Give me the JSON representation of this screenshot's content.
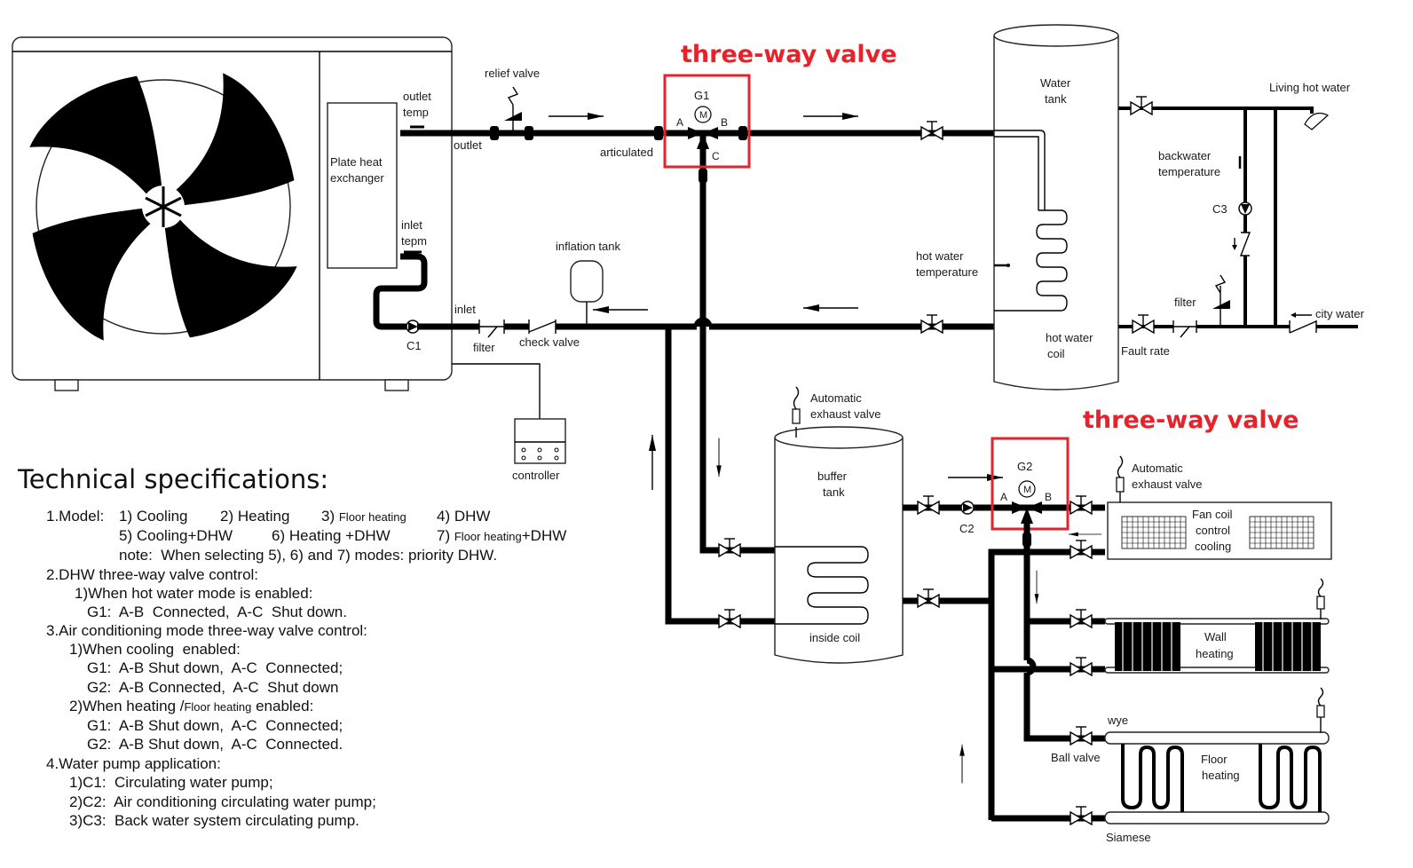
{
  "titles": {
    "three_way_valve_top": "three-way valve",
    "three_way_valve_bottom": "three-way valve"
  },
  "colors": {
    "accent_red": "#e8222a",
    "pipe": "#000000"
  },
  "unit": {
    "plate_heat_exchanger": [
      "Plate heat",
      "exchanger"
    ],
    "outlet_temp": [
      "outlet",
      "temp"
    ],
    "inlet_temp": [
      "inlet",
      "tepm"
    ],
    "pump_c1": "C1"
  },
  "main_loop": {
    "outlet": "outlet",
    "relief_valve": "relief valve",
    "articulated": "articulated",
    "g1": "G1",
    "port_a": "A",
    "port_b": "B",
    "port_c": "C",
    "motor": "M",
    "inlet": "inlet",
    "filter": "filter",
    "check_valve": "check valve",
    "inflation_tank": "inflation tank",
    "controller": "controller"
  },
  "water_tank": {
    "title": [
      "Water",
      "tank"
    ],
    "hot_water_temperature": [
      "hot water",
      "temperature"
    ],
    "hot_water_coil": [
      "hot water",
      "coil"
    ],
    "living_hot_water": "Living hot water",
    "backwater_temperature": [
      "backwater",
      "temperature"
    ],
    "pump_c3": "C3",
    "filter": "filter",
    "fault_rate": "Fault rate",
    "city_water": "city water"
  },
  "buffer": {
    "automatic_exhaust_valve": [
      "Automatic",
      "exhaust valve"
    ],
    "title": [
      "buffer",
      "tank"
    ],
    "inside_coil": "inside coil",
    "pump_c2": "C2",
    "g2": "G2",
    "port_a": "A",
    "port_b": "B",
    "motor": "M"
  },
  "terminals": {
    "automatic_exhaust_valve": [
      "Automatic",
      "exhaust valve"
    ],
    "fan_coil": [
      "Fan coil",
      "control",
      "cooling"
    ],
    "wall_heating": [
      "Wall",
      "heating"
    ],
    "floor_heating": [
      "Floor",
      "heating"
    ],
    "wye": "wye",
    "ball_valve": "Ball valve",
    "siamese": "Siamese"
  },
  "specs": {
    "title": "Technical specifications:",
    "model_prefix": "1.Model:",
    "model_row1": [
      {
        "num": "1)",
        "label": "Cooling"
      },
      {
        "num": "2)",
        "label": "Heating"
      },
      {
        "num": "3)",
        "label": "Floor heating"
      },
      {
        "num": "4)",
        "label": "DHW"
      }
    ],
    "model_row2": [
      {
        "num": "5)",
        "label": "Cooling+DHW"
      },
      {
        "num": "6)",
        "label": "Heating +DHW"
      },
      {
        "num": "7)",
        "label_small": "Floor heating",
        "label": "+DHW"
      }
    ],
    "note": "note:  When selecting 5), 6) and 7) modes: priority DHW.",
    "dhw_heading": "2.DHW three-way valve control:",
    "dhw_sub": "1)When hot water mode is enabled:",
    "dhw_g1": "G1:  A-B  Connected,  A-C  Shut down.",
    "ac_heading": "3.Air conditioning mode three-way valve control:",
    "ac_cool": "1)When cooling  enabled:",
    "ac_cool_g1": "G1:  A-B Shut down,  A-C  Connected;",
    "ac_cool_g2": "G2:  A-B Connected,  A-C  Shut down",
    "ac_heat_prefix": "2)When heating /",
    "ac_heat_small": "Floor heating",
    "ac_heat_suffix": " enabled:",
    "ac_heat_g1": "G1:  A-B Shut down,  A-C  Connected;",
    "ac_heat_g2": "G2:  A-B Shut down,  A-C  Connected.",
    "pump_heading": "4.Water pump application:",
    "pump_c1": "1)C1:  Circulating water pump;",
    "pump_c2": "2)C2:  Air conditioning circulating water pump;",
    "pump_c3": "3)C3:  Back water system circulating pump."
  }
}
